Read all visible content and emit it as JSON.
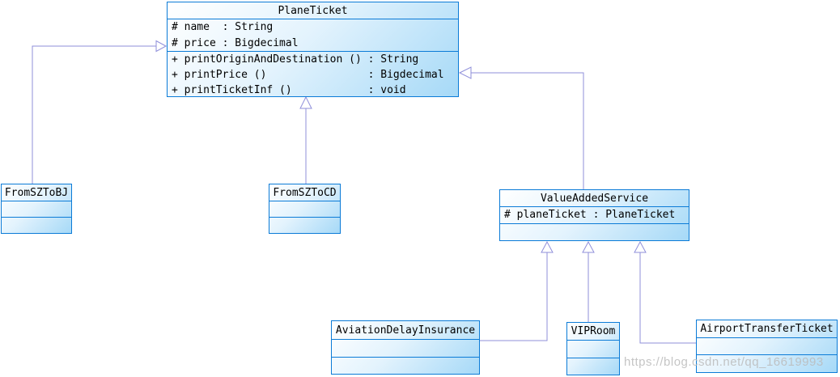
{
  "diagram_type": "uml-class-diagram",
  "colors": {
    "box_border": "#0b7bd7",
    "box_fill_light": "#ffffff",
    "box_fill_dark": "#a6d9f7",
    "connector": "#8f8fda",
    "triangle_fill": "#ffffff",
    "text": "#000000",
    "watermark": "#bbbbbb"
  },
  "classes": {
    "plane_ticket": {
      "name": "PlaneTicket",
      "attributes": [
        "# name  : String",
        "# price : Bigdecimal"
      ],
      "methods": [
        "+ printOriginAndDestination () : String",
        "+ printPrice ()                : Bigdecimal",
        "+ printTicketInf ()            : void"
      ]
    },
    "from_sz_to_bj": {
      "name": "FromSZToBJ",
      "attributes": [],
      "methods": []
    },
    "from_sz_to_cd": {
      "name": "FromSZToCD",
      "attributes": [],
      "methods": []
    },
    "value_added_service": {
      "name": "ValueAddedService",
      "attributes": [
        "# planeTicket : PlaneTicket"
      ],
      "methods": []
    },
    "aviation_delay_insurance": {
      "name": "AviationDelayInsurance",
      "attributes": [],
      "methods": []
    },
    "vip_room": {
      "name": "VIPRoom",
      "attributes": [],
      "methods": []
    },
    "airport_transfer_ticket": {
      "name": "AirportTransferTicket",
      "attributes": [],
      "methods": []
    }
  },
  "relations": [
    {
      "type": "generalization",
      "from": "FromSZToBJ",
      "to": "PlaneTicket"
    },
    {
      "type": "generalization",
      "from": "FromSZToCD",
      "to": "PlaneTicket"
    },
    {
      "type": "generalization",
      "from": "ValueAddedService",
      "to": "PlaneTicket"
    },
    {
      "type": "generalization",
      "from": "AviationDelayInsurance",
      "to": "ValueAddedService"
    },
    {
      "type": "generalization",
      "from": "VIPRoom",
      "to": "ValueAddedService"
    },
    {
      "type": "generalization",
      "from": "AirportTransferTicket",
      "to": "ValueAddedService"
    }
  ],
  "watermark": {
    "text": "https://blog.csdn.net/qq_16619993"
  }
}
